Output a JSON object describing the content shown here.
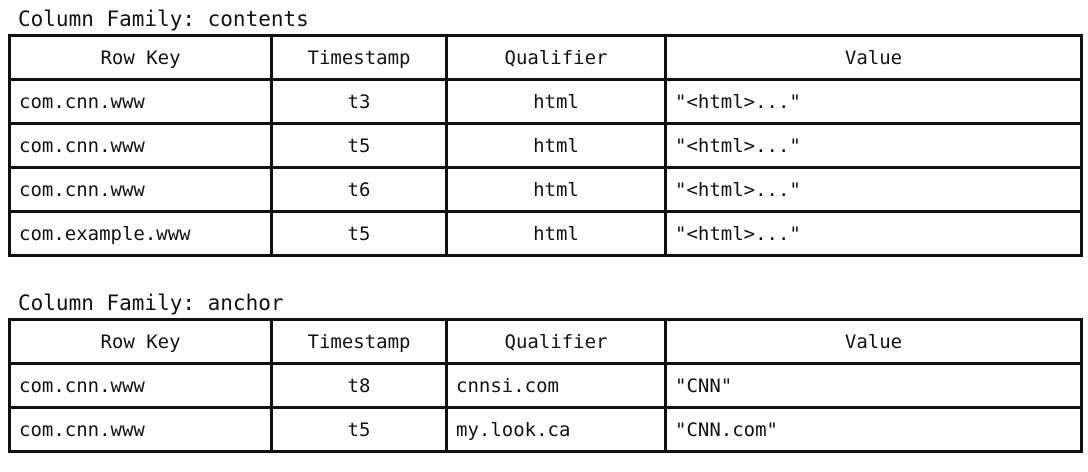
{
  "families": [
    {
      "caption": "Column Family: contents",
      "headers": [
        "Row Key",
        "Timestamp",
        "Qualifier",
        "Value"
      ],
      "rows": [
        [
          "com.cnn.www",
          "t3",
          "html",
          "\"<html>...\""
        ],
        [
          "com.cnn.www",
          "t5",
          "html",
          "\"<html>...\""
        ],
        [
          "com.cnn.www",
          "t6",
          "html",
          "\"<html>...\""
        ],
        [
          "com.example.www",
          "t5",
          "html",
          "\"<html>...\""
        ]
      ]
    },
    {
      "caption": "Column Family: anchor",
      "headers": [
        "Row Key",
        "Timestamp",
        "Qualifier",
        "Value"
      ],
      "rows": [
        [
          "com.cnn.www",
          "t8",
          "cnnsi.com",
          "\"CNN\""
        ],
        [
          "com.cnn.www",
          "t5",
          "my.look.ca",
          "\"CNN.com\""
        ]
      ]
    }
  ]
}
